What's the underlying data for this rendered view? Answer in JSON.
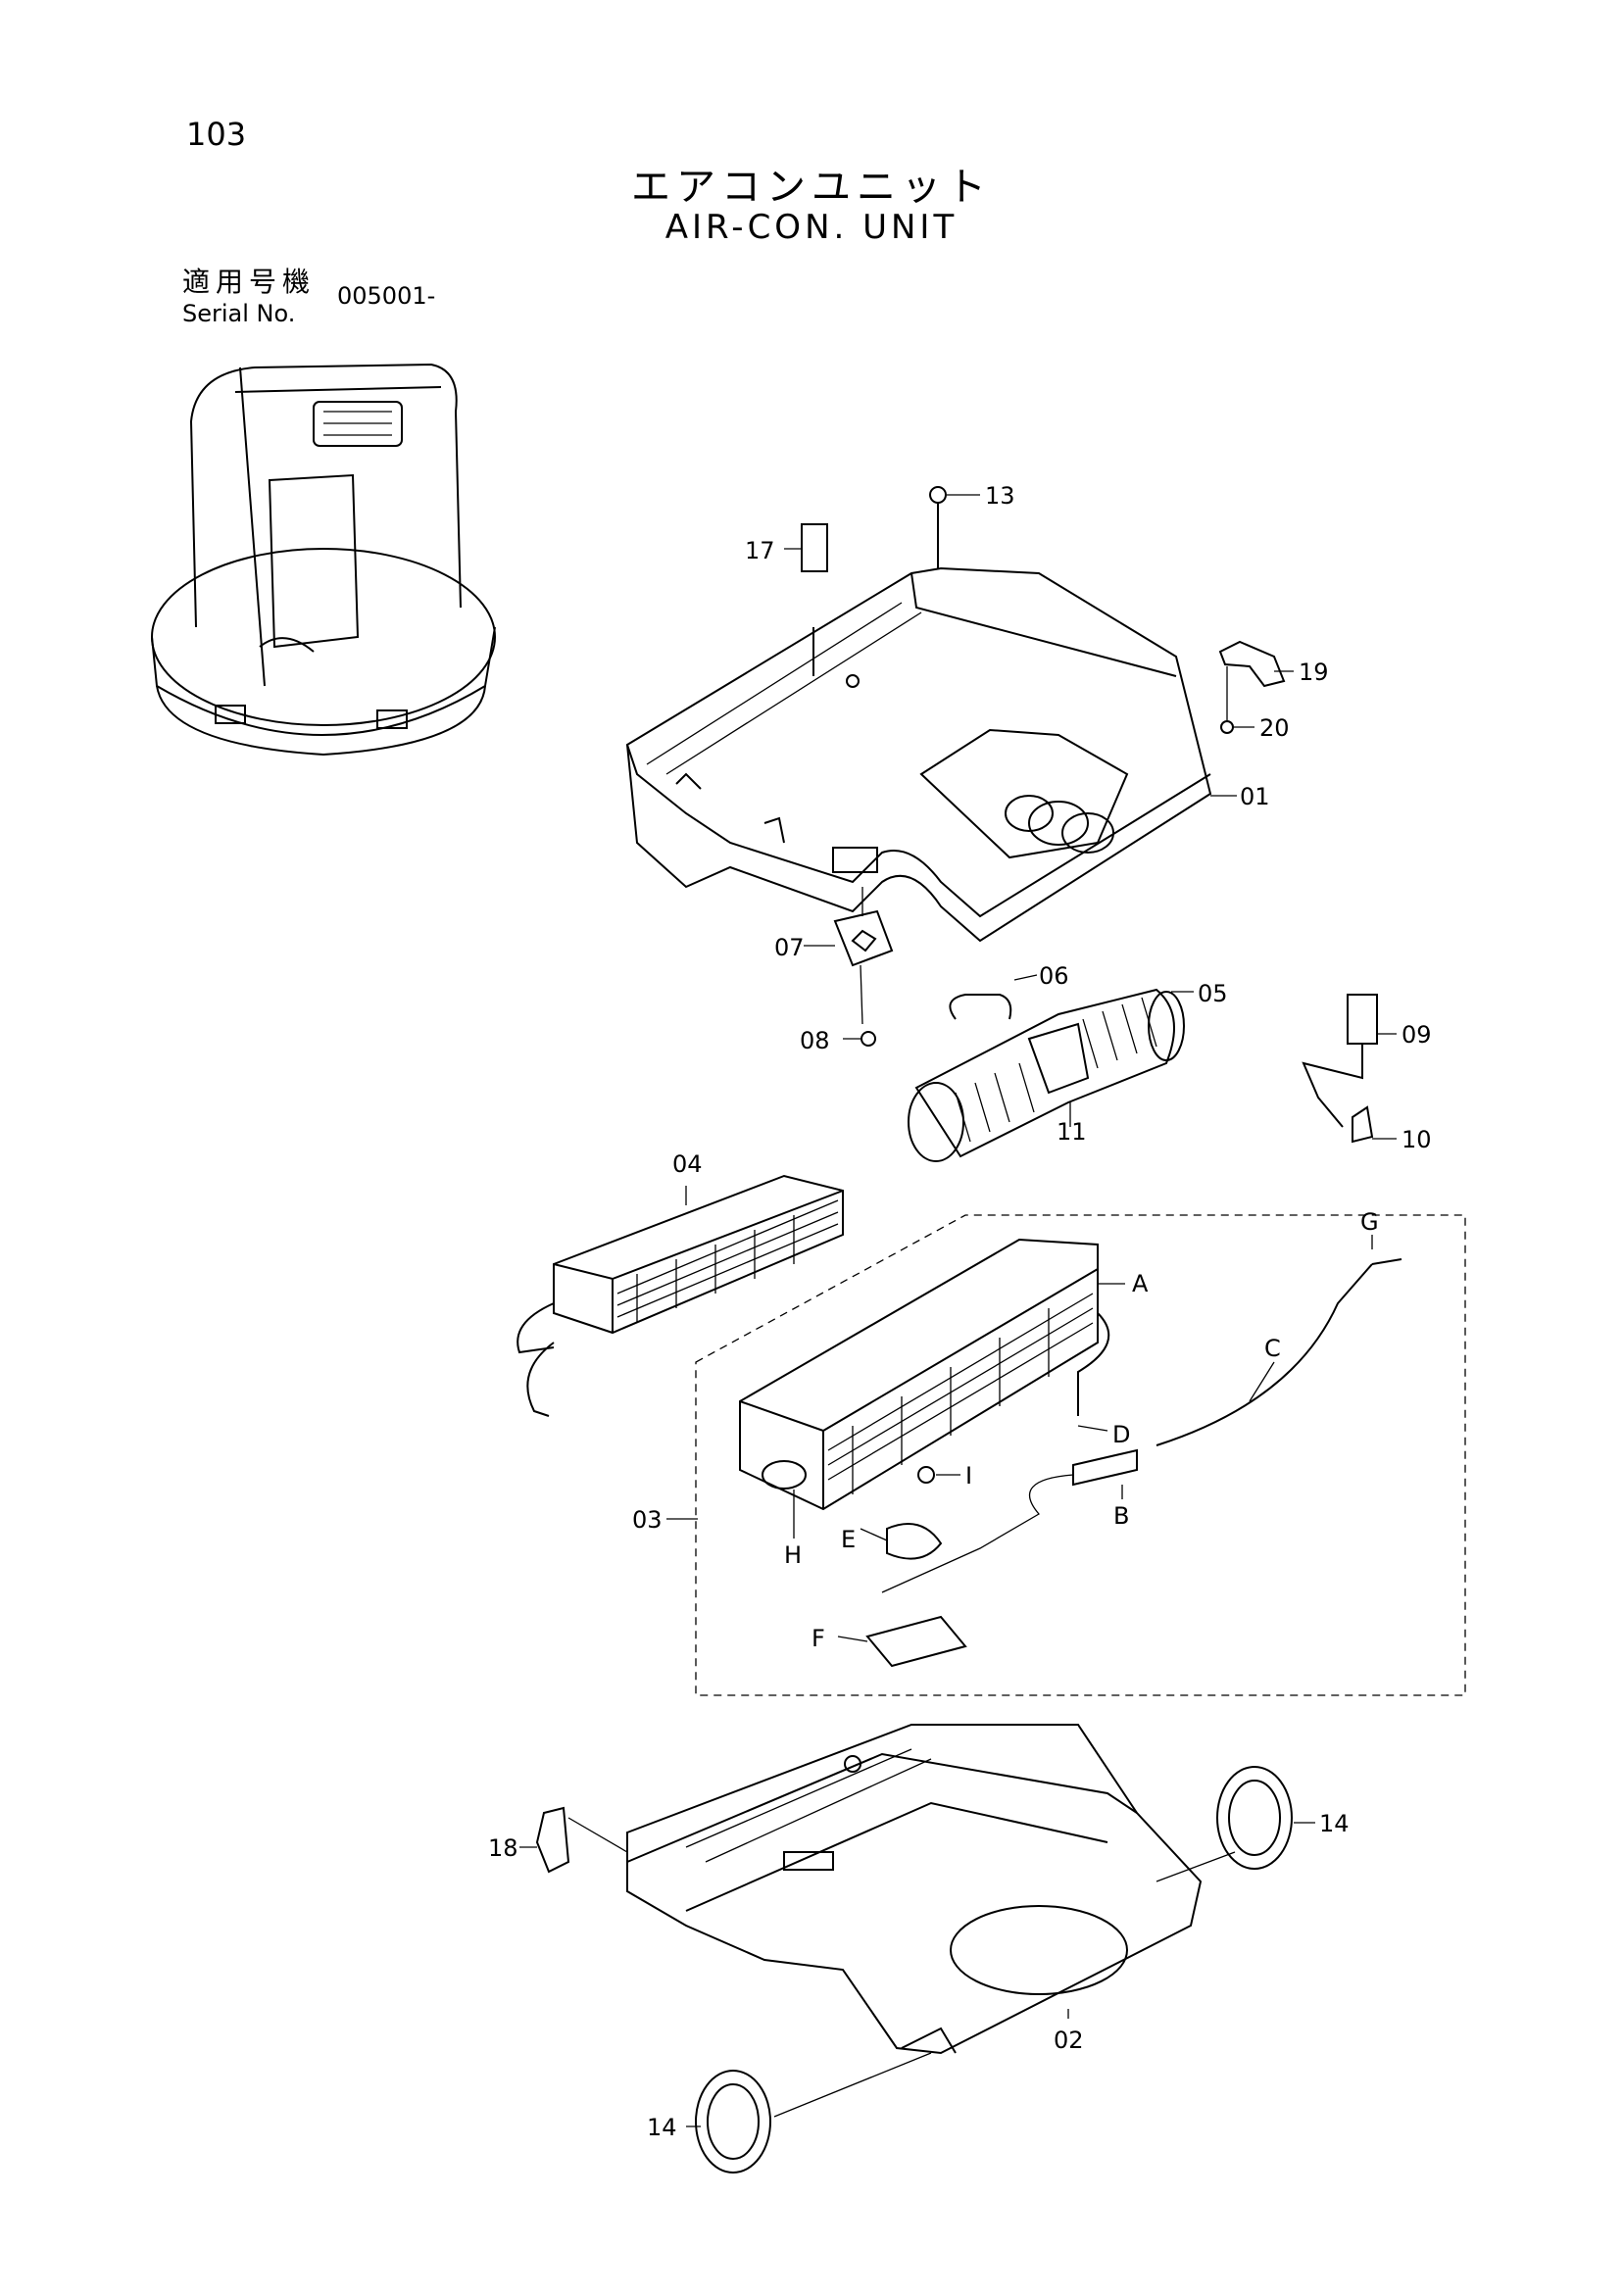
{
  "header": {
    "page_number": "103",
    "title_jp": "エアコンユニット",
    "title_en": "AIR-CON. UNIT",
    "serial_label_jp": "適用号機",
    "serial_label_en": "Serial No.",
    "serial_value": "005001-"
  },
  "callouts": {
    "p01": "01",
    "p02": "02",
    "p03": "03",
    "p04": "04",
    "p05": "05",
    "p06": "06",
    "p07": "07",
    "p08": "08",
    "p09": "09",
    "p10": "10",
    "p11": "11",
    "p13": "13",
    "p14a": "14",
    "p14b": "14",
    "p17": "17",
    "p18": "18",
    "p19": "19",
    "p20": "20",
    "A": "A",
    "B": "B",
    "C": "C",
    "D": "D",
    "E": "E",
    "F": "F",
    "G": "G",
    "H": "H",
    "I": "I"
  }
}
